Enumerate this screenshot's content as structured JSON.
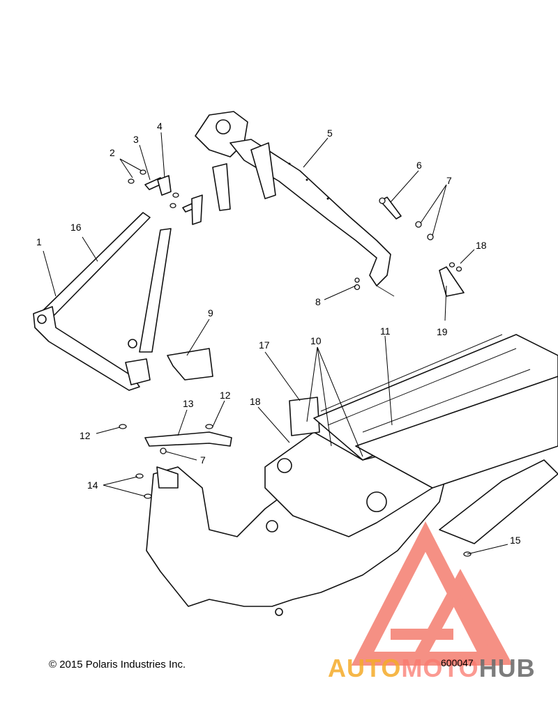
{
  "diagram": {
    "callouts": [
      {
        "id": "c1",
        "text": "1"
      },
      {
        "id": "c16",
        "text": "16"
      },
      {
        "id": "c2",
        "text": "2"
      },
      {
        "id": "c3",
        "text": "3"
      },
      {
        "id": "c4",
        "text": "4"
      },
      {
        "id": "c5",
        "text": "5"
      },
      {
        "id": "c6",
        "text": "6"
      },
      {
        "id": "c7a",
        "text": "7"
      },
      {
        "id": "c18a",
        "text": "18"
      },
      {
        "id": "c8",
        "text": "8"
      },
      {
        "id": "c19",
        "text": "19"
      },
      {
        "id": "c9",
        "text": "9"
      },
      {
        "id": "c17",
        "text": "17"
      },
      {
        "id": "c10",
        "text": "10"
      },
      {
        "id": "c11",
        "text": "11"
      },
      {
        "id": "c13",
        "text": "13"
      },
      {
        "id": "c12a",
        "text": "12"
      },
      {
        "id": "c12b",
        "text": "12"
      },
      {
        "id": "c18b",
        "text": "18"
      },
      {
        "id": "c7b",
        "text": "7"
      },
      {
        "id": "c14",
        "text": "14"
      },
      {
        "id": "c15",
        "text": "15"
      }
    ]
  },
  "footer": {
    "copyright": "© 2015 Polaris Industries Inc.",
    "figure_code": "600047"
  },
  "watermark": {
    "part_a": "AUTO",
    "part_b": "MOTO",
    "part_c": "HUB",
    "color_primary": "#f26b5b",
    "color_secondary": "#f5a623"
  }
}
